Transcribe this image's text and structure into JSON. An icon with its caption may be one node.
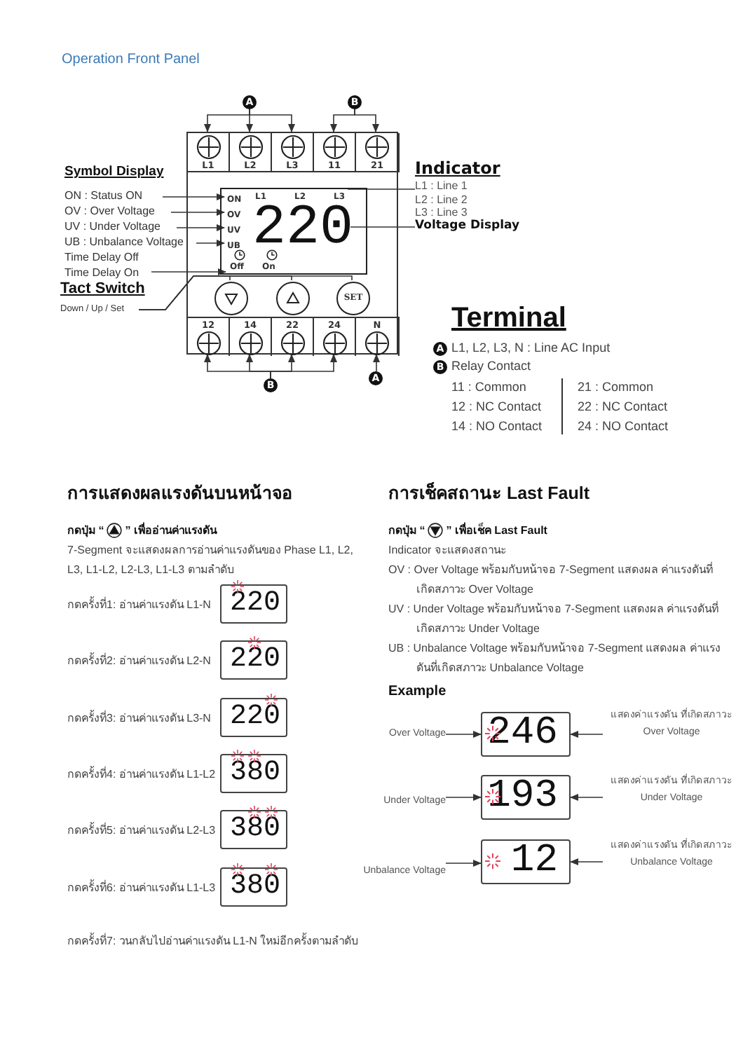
{
  "diagram": {
    "title": "Operation Front Panel",
    "nodes": [
      {
        "text": [
          "A"
        ]
      },
      {
        "text": [
          "B"
        ]
      },
      {
        "text": [],
        "shape": "box"
      },
      {
        "text": [
          "L1"
        ],
        "in": 2
      },
      {
        "text": [
          "L2"
        ],
        "in": 2
      },
      {
        "text": [
          "L3"
        ],
        "in": 2
      },
      {
        "text": [
          "11"
        ],
        "in": 2
      },
      {
        "text": [
          "21"
        ],
        "in": 2
      },
      {
        "text": [],
        "shape": "box",
        "in": 2
      },
      {
        "text": [
          "ON"
        ],
        "in": 8
      },
      {
        "text": [
          "OV"
        ],
        "in": 8
      },
      {
        "text": [
          "UV"
        ],
        "in": 8
      },
      {
        "text": [
          "UB"
        ],
        "in": 8
      },
      {
        "text": [
          "L1"
        ],
        "in": 8
      },
      {
        "text": [
          "L2"
        ],
        "in": 8
      },
      {
        "text": [
          "L3"
        ],
        "in": 8
      },
      {
        "text": [
          "220"
        ],
        "in": 8
      },
      {
        "text": [
          "Off"
        ],
        "in": 8
      },
      {
        "text": [
          "On"
        ],
        "in": 8
      },
      {
        "text": [],
        "shape": "circle",
        "in": 2
      },
      {
        "text": [],
        "shape": "circle",
        "in": 2
      },
      {
        "text": [
          "SET"
        ],
        "in": 2
      },
      {
        "text": [
          "12"
        ],
        "in": 2
      },
      {
        "text": [
          "14"
        ],
        "in": 2
      },
      {
        "text": [
          "22"
        ],
        "in": 2
      },
      {
        "text": [
          "24"
        ],
        "in": 2
      },
      {
        "text": [
          "N"
        ],
        "in": 2
      },
      {
        "text": [
          "B"
        ]
      },
      {
        "text": [
          "A"
        ]
      },
      {
        "text": [
          "ON : Status ON"
        ]
      },
      {
        "text": [
          "OV : Over Voltage"
        ]
      },
      {
        "text": [
          "UV : Under Voltage"
        ]
      },
      {
        "text": [
          "UB : Unbalance Voltage"
        ]
      },
      {
        "text": [
          "Time Delay Off",
          "Time Delay On"
        ]
      },
      {
        "text": [
          "Down / Up / Set"
        ]
      },
      {
        "text": [
          "Indicator",
          "L1 : Line 1",
          "L2 : Line 2",
          "L3 : Line 3"
        ]
      },
      {
        "text": [
          "Voltage Display"
        ]
      },
      {
        "text": [
          "220"
        ],
        "beside": [
          "กดครั้งที่1: อ่านค่าแรงดัน L1-N"
        ]
      },
      {
        "text": [
          "220"
        ],
        "beside": [
          "กดครั้งที่2: อ่านค่าแรงดัน L2-N"
        ]
      },
      {
        "text": [
          "220"
        ],
        "beside": [
          "กดครั้งที่3: อ่านค่าแรงดัน L3-N"
        ]
      },
      {
        "text": [
          "380"
        ],
        "beside": [
          "กดครั้งที่4: อ่านค่าแรงดัน L1-L2"
        ]
      },
      {
        "text": [
          "380"
        ],
        "beside": [
          "กดครั้งที่5: อ่านค่าแรงดัน L2-L3"
        ]
      },
      {
        "text": [
          "380"
        ],
        "beside": [
          "กดครั้งที่6: อ่านค่าแรงดัน L1-L3"
        ]
      },
      {
        "text": [
          "Over Voltage"
        ]
      },
      {
        "text": [
          "246"
        ]
      },
      {
        "text": [
          "แสดงค่าแรงดัน ที่เกิดสภาวะ Over Voltage"
        ]
      },
      {
        "text": [
          "Under Voltage"
        ]
      },
      {
        "text": [
          "193"
        ]
      },
      {
        "text": [
          "แสดงค่าแรงดัน ที่เกิดสภาวะ Under Voltage"
        ]
      },
      {
        "text": [
          "Unbalance Voltage"
        ]
      },
      {
        "text": [
          "12"
        ]
      },
      {
        "text": [
          "แสดงค่าแรงดัน ที่เกิดสภาวะ Unbalance Voltage"
        ]
      },
      {
        "text": [
          "A"
        ]
      },
      {
        "text": [
          "B"
        ]
      }
    ],
    "edges": [
      {
        "from": 0,
        "to": 3,
        "arrow": "to"
      },
      {
        "from": 0,
        "to": 4,
        "arrow": "to"
      },
      {
        "from": 0,
        "to": 5,
        "arrow": "to"
      },
      {
        "from": 1,
        "to": 6,
        "arrow": "to"
      },
      {
        "from": 1,
        "to": 7,
        "arrow": "to"
      },
      {
        "from": 27,
        "to": 22,
        "arrow": "to"
      },
      {
        "from": 27,
        "to": 23,
        "arrow": "to"
      },
      {
        "from": 27,
        "to": 24,
        "arrow": "to"
      },
      {
        "from": 27,
        "to": 25,
        "arrow": "to"
      },
      {
        "from": 28,
        "to": 26,
        "arrow": "to"
      },
      {
        "from": 29,
        "to": 9,
        "arrow": "to"
      },
      {
        "from": 30,
        "to": 10,
        "arrow": "to"
      },
      {
        "from": 31,
        "to": 11,
        "arrow": "to"
      },
      {
        "from": 32,
        "to": 12,
        "arrow": "to"
      },
      {
        "from": 33,
        "to": 17,
        "arrow": "to"
      },
      {
        "from": 34,
        "to": 19,
        "arrow": "none"
      },
      {
        "from": 34,
        "to": 20,
        "arrow": "none"
      },
      {
        "from": 34,
        "to": 21,
        "arrow": "none"
      },
      {
        "from": 35,
        "to": 15,
        "arrow": "none"
      },
      {
        "from": 36,
        "to": 16,
        "arrow": "none"
      },
      {
        "from": 43,
        "to": 44,
        "arrow": "to"
      },
      {
        "from": 45,
        "to": 44,
        "arrow": "to"
      },
      {
        "from": 46,
        "to": 47,
        "arrow": "to"
      },
      {
        "from": 48,
        "to": 47,
        "arrow": "to"
      },
      {
        "from": 49,
        "to": 50,
        "arrow": "to"
      },
      {
        "from": 51,
        "to": 50,
        "arrow": "to"
      }
    ],
    "labels": [
      "Symbol Display",
      "Tact Switch",
      "Terminal",
      "L1, L2, L3, N : Line AC Input",
      "Relay Contact",
      "11 : Common",
      "21 : Common",
      "12 : NC Contact",
      "22 : NC Contact",
      "14 : NO Contact",
      "24 : NO Contact",
      "การแสดงผลแรงดันบนหน้าจอ",
      "กดปุ่ม “",
      "” เพื่ออ่านค่าแรงดัน",
      "7-Segment จะแสดงผลการอ่านค่าแรงดันของ Phase L1, L2, L3, L1-L2, L2-L3, L1-L3 ตามลำดับ",
      "กดครั้งที่7: วนกลับไปอ่านค่าแรงดัน L1-N ใหม่อีกครั้งตามลำดับ",
      "การเช็คสถานะ Last Fault",
      "กดปุ่ม “",
      "” เพื่อเช็ค Last Fault",
      "Indicator จะแสดงสถานะ",
      "OV : Over Voltage พร้อมกับหน้าจอ 7-Segment แสดงผล ค่าแรงดันที่เกิดสภาวะ Over Voltage",
      "UV : Under Voltage พร้อมกับหน้าจอ 7-Segment แสดงผล ค่าแรงดันที่เกิดสภาวะ Under Voltage",
      "UB : Unbalance Voltage พร้อมกับหน้าจอ 7-Segment แสดงผล ค่าแรงดันที่เกิดสภาวะ Unbalance Voltage",
      "Example"
    ]
  }
}
